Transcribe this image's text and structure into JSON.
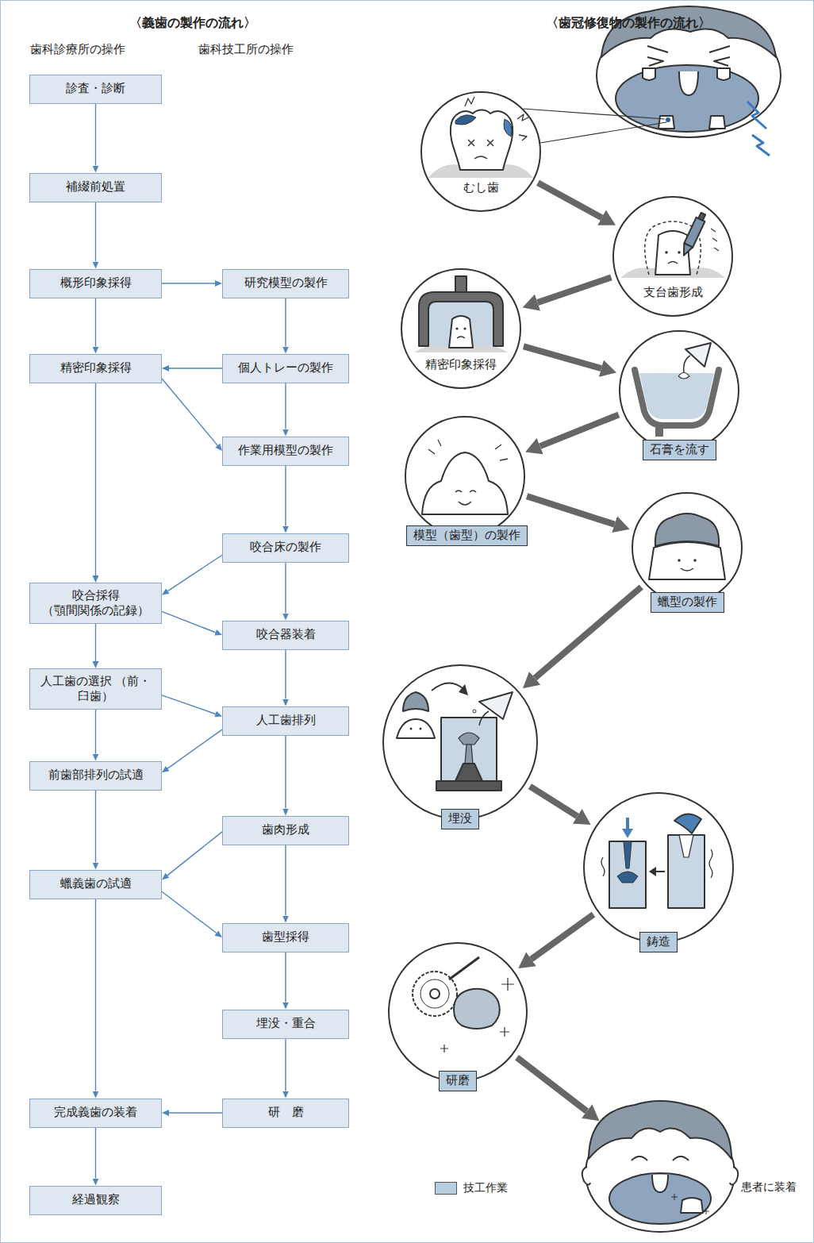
{
  "diagram": {
    "nodes": [
      {
        "text": [
          "診査・診断"
        ]
      },
      {
        "text": [
          "補綴前処置"
        ]
      },
      {
        "text": [
          "概形印象採得"
        ]
      },
      {
        "text": [
          "研究模型の製作"
        ]
      },
      {
        "text": [
          "精密印象採得"
        ]
      },
      {
        "text": [
          "個人トレーの製作"
        ]
      },
      {
        "text": [
          "作業用模型の製作"
        ]
      },
      {
        "text": [
          "咬合床の製作"
        ]
      },
      {
        "text": [
          "咬合採得 （顎間関係の記録）"
        ]
      },
      {
        "text": [
          "咬合器装着"
        ]
      },
      {
        "text": [
          "人工歯の選択 （前・臼歯）"
        ]
      },
      {
        "text": [
          "人工歯排列"
        ]
      },
      {
        "text": [
          "前歯部排列の試適"
        ]
      },
      {
        "text": [
          "歯肉形成"
        ]
      },
      {
        "text": [
          "蠟義歯の試適"
        ]
      },
      {
        "text": [
          "歯型採得"
        ]
      },
      {
        "text": [
          "埋没・重合"
        ]
      },
      {
        "text": [
          "完成義歯の装着"
        ]
      },
      {
        "text": [
          "研　磨"
        ]
      },
      {
        "text": [
          "経過観察"
        ]
      },
      {
        "text": [
          "むし歯"
        ]
      },
      {
        "text": [
          "支台歯形成"
        ]
      },
      {
        "text": [
          "精密印象採得"
        ]
      },
      {
        "text": [
          "石膏を流す"
        ]
      },
      {
        "text": [
          "模型（歯型）の製作"
        ]
      },
      {
        "text": [
          "蠟型の製作"
        ]
      },
      {
        "text": [
          "埋没"
        ]
      },
      {
        "text": [
          "鋳造"
        ]
      },
      {
        "text": [
          "研磨"
        ]
      },
      {
        "text": [
          "患者に装着"
        ]
      }
    ],
    "edges": [
      {
        "from": 0,
        "to": 1,
        "arrow": "to"
      },
      {
        "from": 1,
        "to": 2,
        "arrow": "to"
      },
      {
        "from": 2,
        "to": 3,
        "arrow": "to"
      },
      {
        "from": 2,
        "to": 4,
        "arrow": "to"
      },
      {
        "from": 3,
        "to": 5,
        "arrow": "to"
      },
      {
        "from": 5,
        "to": 4,
        "arrow": "to"
      },
      {
        "from": 4,
        "to": 6,
        "arrow": "to"
      },
      {
        "from": 5,
        "to": 6,
        "arrow": "to"
      },
      {
        "from": 4,
        "to": 8,
        "arrow": "to"
      },
      {
        "from": 6,
        "to": 7,
        "arrow": "to"
      },
      {
        "from": 7,
        "to": 8,
        "arrow": "to"
      },
      {
        "from": 7,
        "to": 9,
        "arrow": "to"
      },
      {
        "from": 8,
        "to": 9,
        "arrow": "to"
      },
      {
        "from": 8,
        "to": 10,
        "arrow": "to"
      },
      {
        "from": 9,
        "to": 11,
        "arrow": "to"
      },
      {
        "from": 10,
        "to": 11,
        "arrow": "to"
      },
      {
        "from": 10,
        "to": 12,
        "arrow": "to"
      },
      {
        "from": 11,
        "to": 12,
        "arrow": "to"
      },
      {
        "from": 11,
        "to": 13,
        "arrow": "to"
      },
      {
        "from": 12,
        "to": 14,
        "arrow": "to"
      },
      {
        "from": 13,
        "to": 14,
        "arrow": "to"
      },
      {
        "from": 14,
        "to": 15,
        "arrow": "to"
      },
      {
        "from": 13,
        "to": 15,
        "arrow": "to"
      },
      {
        "from": 14,
        "to": 17,
        "arrow": "to"
      },
      {
        "from": 15,
        "to": 16,
        "arrow": "to"
      },
      {
        "from": 16,
        "to": 18,
        "arrow": "to"
      },
      {
        "from": 18,
        "to": 17,
        "arrow": "to"
      },
      {
        "from": 17,
        "to": 19,
        "arrow": "to"
      },
      {
        "from": 20,
        "to": 21,
        "arrow": "to"
      },
      {
        "from": 21,
        "to": 22,
        "arrow": "to"
      },
      {
        "from": 22,
        "to": 23,
        "arrow": "to"
      },
      {
        "from": 23,
        "to": 24,
        "arrow": "to"
      },
      {
        "from": 24,
        "to": 25,
        "arrow": "to"
      },
      {
        "from": 25,
        "to": 26,
        "arrow": "to"
      },
      {
        "from": 26,
        "to": 27,
        "arrow": "to"
      },
      {
        "from": 27,
        "to": 28,
        "arrow": "to"
      },
      {
        "from": 28,
        "to": 29,
        "arrow": "to"
      }
    ],
    "labels": [
      "〈義歯の製作の流れ〉",
      "〈歯冠修復物の製作の流れ〉",
      "歯科診療所の操作",
      "歯科技工所の操作"
    ],
    "legend": [
      {
        "text": "技工作業",
        "color": "#b9cde1"
      }
    ]
  }
}
